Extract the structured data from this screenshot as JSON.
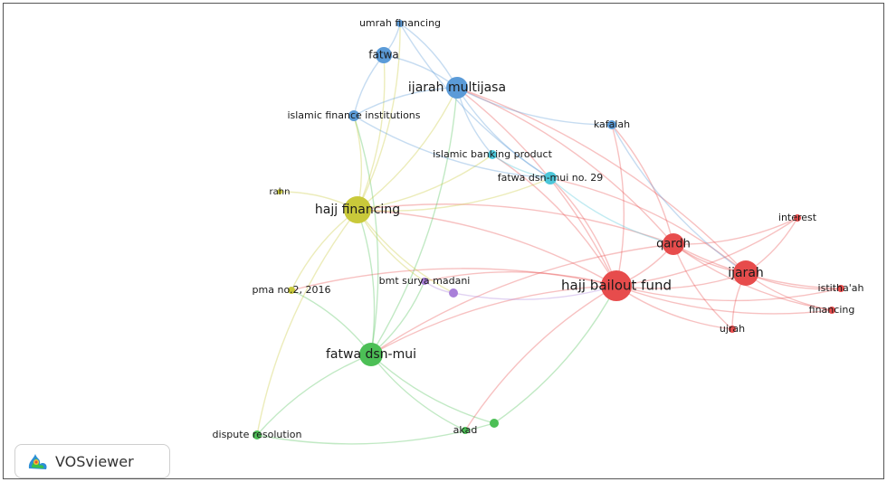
{
  "app": {
    "brand": "VOSviewer"
  },
  "clusters": {
    "red": "#e74c4c",
    "green": "#4cbf56",
    "blue": "#5b9bd8",
    "yellow": "#c9c93a",
    "purple": "#a97fd9",
    "cyan": "#4cc6d9"
  },
  "nodes": [
    {
      "id": "hajj-bailout-fund",
      "label": "hajj bailout fund",
      "cluster": "red"
    },
    {
      "id": "qardh",
      "label": "qardh",
      "cluster": "red"
    },
    {
      "id": "ijarah",
      "label": "ijarah",
      "cluster": "red"
    },
    {
      "id": "interest",
      "label": "interest",
      "cluster": "red"
    },
    {
      "id": "istithaah",
      "label": "istitha'ah",
      "cluster": "red"
    },
    {
      "id": "financing",
      "label": "financing",
      "cluster": "red"
    },
    {
      "id": "ujrah",
      "label": "ujrah",
      "cluster": "red"
    },
    {
      "id": "fatwa-dsn-mui",
      "label": "fatwa dsn-mui",
      "cluster": "green"
    },
    {
      "id": "dispute-resolution",
      "label": "dispute resolution",
      "cluster": "green"
    },
    {
      "id": "akad",
      "label": "akad",
      "cluster": "green"
    },
    {
      "id": "green-small",
      "label": "",
      "cluster": "green"
    },
    {
      "id": "ijarah-multijasa",
      "label": "ijarah multijasa",
      "cluster": "blue"
    },
    {
      "id": "fatwa",
      "label": "fatwa",
      "cluster": "blue"
    },
    {
      "id": "umrah-financing",
      "label": "umrah financing",
      "cluster": "blue"
    },
    {
      "id": "islamic-finance-institutions",
      "label": "islamic finance institutions",
      "cluster": "blue"
    },
    {
      "id": "kafalah",
      "label": "kafalah",
      "cluster": "blue"
    },
    {
      "id": "hajj-financing",
      "label": "hajj financing",
      "cluster": "yellow"
    },
    {
      "id": "rahn",
      "label": "rahn",
      "cluster": "yellow"
    },
    {
      "id": "pma-no2-2016",
      "label": "pma no.2, 2016",
      "cluster": "yellow"
    },
    {
      "id": "bmt-surya-madani",
      "label": "bmt surya madani",
      "cluster": "purple"
    },
    {
      "id": "purple-small",
      "label": "",
      "cluster": "purple"
    },
    {
      "id": "islamic-banking-product",
      "label": "islamic banking product",
      "cluster": "cyan"
    },
    {
      "id": "fatwa-dsn-mui-no29",
      "label": "fatwa dsn-mui no. 29",
      "cluster": "cyan"
    }
  ],
  "links": [
    [
      "hajj-bailout-fund",
      "qardh"
    ],
    [
      "hajj-bailout-fund",
      "ijarah"
    ],
    [
      "hajj-bailout-fund",
      "interest"
    ],
    [
      "hajj-bailout-fund",
      "istithaah"
    ],
    [
      "hajj-bailout-fund",
      "financing"
    ],
    [
      "hajj-bailout-fund",
      "ujrah"
    ],
    [
      "qardh",
      "ijarah"
    ],
    [
      "qardh",
      "interest"
    ],
    [
      "qardh",
      "istithaah"
    ],
    [
      "qardh",
      "financing"
    ],
    [
      "qardh",
      "ujrah"
    ],
    [
      "ijarah",
      "istithaah"
    ],
    [
      "ijarah",
      "financing"
    ],
    [
      "ijarah",
      "ujrah"
    ],
    [
      "ijarah",
      "interest"
    ],
    [
      "hajj-bailout-fund",
      "fatwa-dsn-mui"
    ],
    [
      "hajj-bailout-fund",
      "hajj-financing"
    ],
    [
      "hajj-bailout-fund",
      "ijarah-multijasa"
    ],
    [
      "hajj-bailout-fund",
      "kafalah"
    ],
    [
      "hajj-bailout-fund",
      "fatwa-dsn-mui-no29"
    ],
    [
      "hajj-bailout-fund",
      "islamic-banking-product"
    ],
    [
      "hajj-bailout-fund",
      "bmt-surya-madani"
    ],
    [
      "hajj-bailout-fund",
      "akad"
    ],
    [
      "hajj-bailout-fund",
      "pma-no2-2016"
    ],
    [
      "qardh",
      "fatwa-dsn-mui"
    ],
    [
      "qardh",
      "ijarah-multijasa"
    ],
    [
      "qardh",
      "hajj-financing"
    ],
    [
      "qardh",
      "kafalah"
    ],
    [
      "ijarah",
      "fatwa-dsn-mui-no29"
    ],
    [
      "ijarah",
      "ijarah-multijasa"
    ],
    [
      "fatwa-dsn-mui",
      "hajj-financing"
    ],
    [
      "fatwa-dsn-mui",
      "dispute-resolution"
    ],
    [
      "fatwa-dsn-mui",
      "akad"
    ],
    [
      "fatwa-dsn-mui",
      "green-small"
    ],
    [
      "fatwa-dsn-mui",
      "ijarah-multijasa"
    ],
    [
      "fatwa-dsn-mui",
      "islamic-finance-institutions"
    ],
    [
      "fatwa-dsn-mui",
      "bmt-surya-madani"
    ],
    [
      "fatwa-dsn-mui",
      "pma-no2-2016"
    ],
    [
      "hajj-financing",
      "dispute-resolution"
    ],
    [
      "hajj-financing",
      "rahn"
    ],
    [
      "hajj-financing",
      "pma-no2-2016"
    ],
    [
      "hajj-financing",
      "islamic-finance-institutions"
    ],
    [
      "hajj-financing",
      "ijarah-multijasa"
    ],
    [
      "hajj-financing",
      "fatwa"
    ],
    [
      "hajj-financing",
      "umrah-financing"
    ],
    [
      "hajj-financing",
      "bmt-surya-madani"
    ],
    [
      "hajj-financing",
      "islamic-banking-product"
    ],
    [
      "hajj-financing",
      "fatwa-dsn-mui-no29"
    ],
    [
      "hajj-financing",
      "purple-small"
    ],
    [
      "ijarah-multijasa",
      "fatwa"
    ],
    [
      "ijarah-multijasa",
      "umrah-financing"
    ],
    [
      "ijarah-multijasa",
      "islamic-finance-institutions"
    ],
    [
      "ijarah-multijasa",
      "islamic-banking-product"
    ],
    [
      "ijarah-multijasa",
      "fatwa-dsn-mui-no29"
    ],
    [
      "ijarah-multijasa",
      "kafalah"
    ],
    [
      "fatwa",
      "umrah-financing"
    ],
    [
      "fatwa",
      "islamic-finance-institutions"
    ],
    [
      "islamic-finance-institutions",
      "fatwa-dsn-mui-no29"
    ],
    [
      "islamic-banking-product",
      "fatwa-dsn-mui-no29"
    ],
    [
      "bmt-surya-madani",
      "purple-small"
    ],
    [
      "purple-small",
      "hajj-bailout-fund"
    ],
    [
      "green-small",
      "hajj-bailout-fund"
    ],
    [
      "dispute-resolution",
      "green-small"
    ],
    [
      "umrah-financing",
      "fatwa-dsn-mui-no29"
    ],
    [
      "kafalah",
      "ijarah"
    ],
    [
      "fatwa-dsn-mui-no29",
      "qardh"
    ]
  ]
}
